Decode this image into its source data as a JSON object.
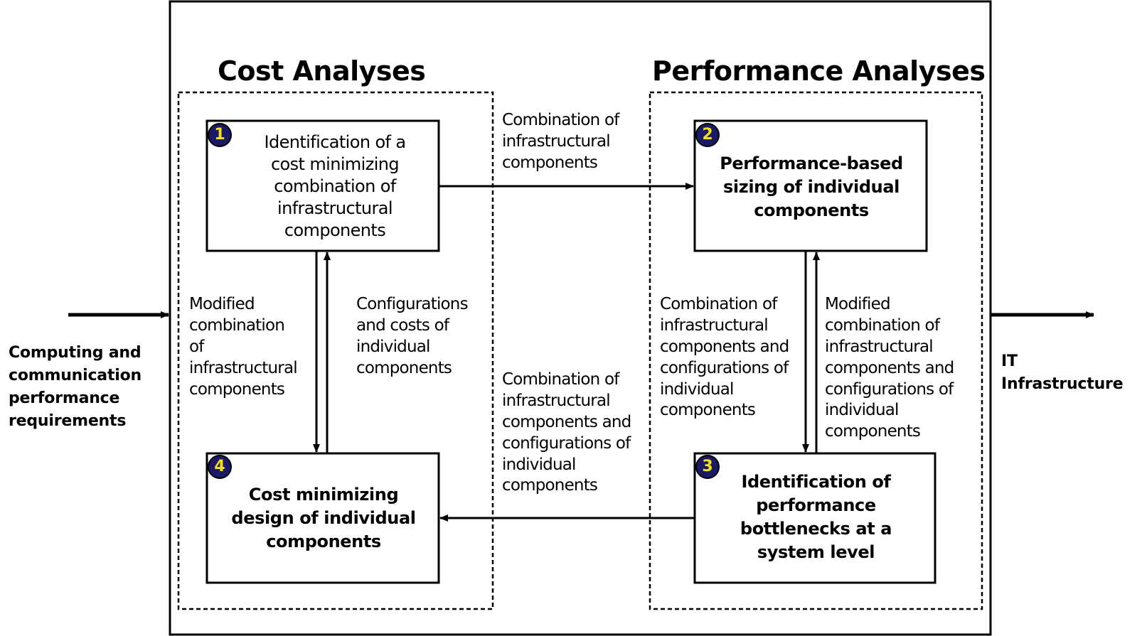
{
  "colors": {
    "line": "#000000",
    "badge_fill": "#1a1a66",
    "badge_text": "#f5e010"
  },
  "sections": {
    "cost": {
      "title": "Cost Analyses"
    },
    "performance": {
      "title": "Performance Analyses"
    }
  },
  "boxes": {
    "box1": {
      "badge": "1",
      "text": "Identification of a\ncost minimizing\ncombination of\ninfrastructural\ncomponents"
    },
    "box2": {
      "badge": "2",
      "text": "Performance-based\nsizing of individual\ncomponents"
    },
    "box3": {
      "badge": "3",
      "text": "Identification of\nperformance\nbottlenecks at a\nsystem level"
    },
    "box4": {
      "badge": "4",
      "text": "Cost minimizing\ndesign of individual\ncomponents"
    }
  },
  "edge_labels": {
    "box1_to_box2": "Combination of\ninfrastructural\ncomponents",
    "box3_to_box4": "Combination of\ninfrastructural\ncomponents and\nconfigurations of\nindividual\ncomponents",
    "box1_to_box4": "Modified\ncombination\nof\ninfrastructural\ncomponents",
    "box4_to_box1": "Configurations\nand costs of\nindividual\ncomponents",
    "box2_to_box3": "Combination of\ninfrastructural\ncomponents and\nconfigurations of\nindividual\ncomponents",
    "box3_to_box2": "Modified\ncombination of\ninfrastructural\ncomponents and\nconfigurations of\nindividual\ncomponents"
  },
  "io": {
    "input": "Computing and\ncommunication\nperformance\nrequirements",
    "output": "IT\nInfrastructure"
  }
}
